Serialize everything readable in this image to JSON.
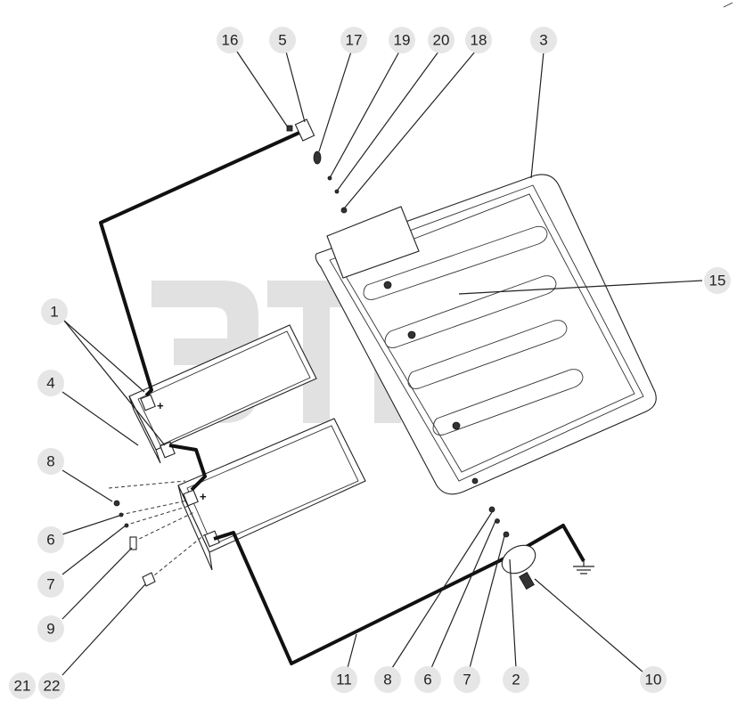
{
  "diagram": {
    "labels": {
      "l1": "1",
      "l2": "2",
      "l3": "3",
      "l4": "4",
      "l5": "5",
      "l6a": "6",
      "l6b": "6",
      "l7a": "7",
      "l7b": "7",
      "l8a": "8",
      "l8b": "8",
      "l9": "9",
      "l10": "10",
      "l11": "11",
      "l15": "15",
      "l16": "16",
      "l17": "17",
      "l18": "18",
      "l19": "19",
      "l20": "20",
      "l21": "21",
      "l22": "22"
    },
    "terminals": {
      "plus_top": "+",
      "plus_bottom": "+"
    },
    "watermark": {
      "trademark": "TM"
    }
  }
}
